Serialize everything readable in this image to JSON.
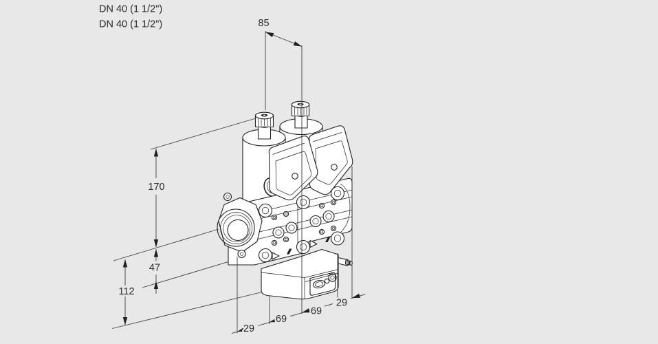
{
  "drawing": {
    "type": "isometric dimensional drawing of a double solenoid gas valve",
    "colors": {
      "background": "#e8e8e8",
      "line": "#1f1f1f",
      "fill": "#ffffff",
      "dim_line": "#3c3c3c"
    }
  },
  "labels": {
    "dn1": "DN 40 (1 1/2\")",
    "dn2": "DN 40 (1 1/2\")"
  },
  "dimensions": {
    "width_85": "85",
    "height_170": "170",
    "height_47": "47",
    "height_112": "112",
    "chain": [
      "29",
      "69",
      "69",
      "29"
    ]
  }
}
